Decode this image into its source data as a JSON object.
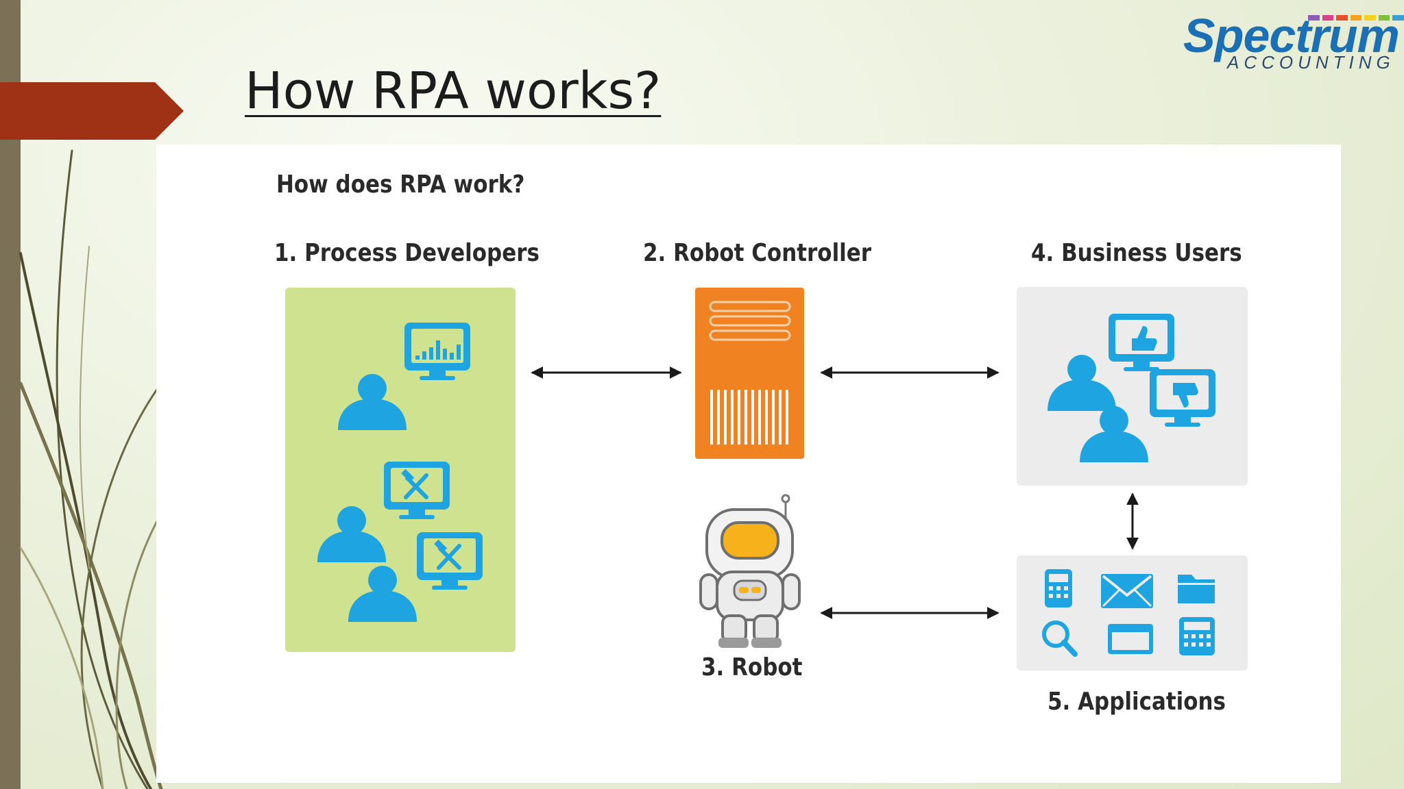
{
  "slide": {
    "title": "How RPA works?"
  },
  "logo": {
    "name": "Spectrum",
    "tagline": "ACCOUNTING",
    "stripe_colors": [
      "#8b5fb8",
      "#d6438a",
      "#e8502b",
      "#f2a31b",
      "#f5d21e",
      "#7fbf3f",
      "#3aa0d8"
    ]
  },
  "diagram": {
    "title": "How does RPA work?",
    "nodes": [
      {
        "label": "1. Process Developers",
        "icons": [
          "person-icon",
          "monitor-chart-icon",
          "person-icon",
          "monitor-tools-icon",
          "person-icon",
          "monitor-tools-icon"
        ]
      },
      {
        "label": "2. Robot Controller",
        "icons": [
          "server-icon"
        ]
      },
      {
        "label": "3. Robot",
        "icons": [
          "robot-astronaut-icon"
        ]
      },
      {
        "label": "4. Business Users",
        "icons": [
          "person-icon",
          "monitor-thumbs-up-icon",
          "person-icon",
          "monitor-thumbs-down-icon"
        ]
      },
      {
        "label": "5. Applications",
        "icons": [
          "calculator-icon",
          "mail-icon",
          "folder-icon",
          "search-icon",
          "window-icon",
          "calculator-icon"
        ]
      }
    ],
    "connections": [
      {
        "from": "1. Process Developers",
        "to": "2. Robot Controller",
        "direction": "both"
      },
      {
        "from": "2. Robot Controller",
        "to": "4. Business Users",
        "direction": "both"
      },
      {
        "from": "4. Business Users",
        "to": "5. Applications",
        "direction": "both"
      },
      {
        "from": "3. Robot",
        "to": "5. Applications",
        "direction": "both"
      }
    ],
    "colors": {
      "developers_panel": "#cfe28f",
      "controller": "#f08222",
      "users_panel": "#ececec",
      "icon_blue": "#1ea4e0"
    }
  }
}
